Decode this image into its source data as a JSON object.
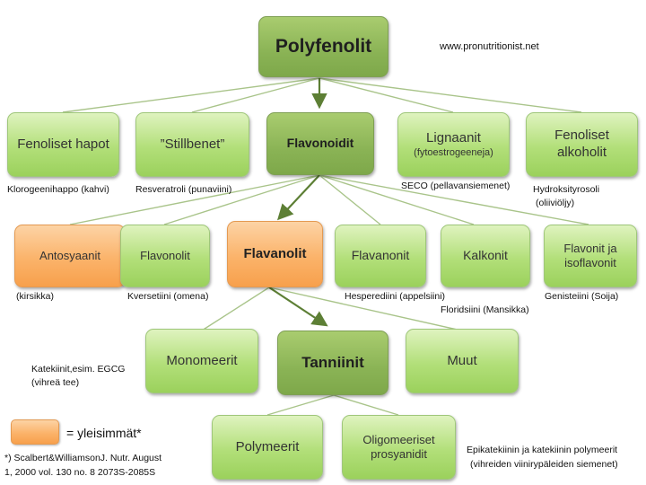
{
  "website": "www.pronutritionist.net",
  "root": "Polyfenolit",
  "level1": {
    "fenoliset_hapot": "Fenoliset hapot",
    "stillbenet": "”Stillbenet”",
    "flavonoidit": "Flavonoidit",
    "lignaanit": "Lignaanit",
    "lignaanit_sub": "(fytoestrogeeneja)",
    "fenoliset_alkoholit": "Fenoliset alkoholit"
  },
  "level1_notes": {
    "klorogeenihappo": "Klorogeenihappo (kahvi)",
    "resveratroli": "Resveratroli (punaviini)",
    "seco": "SECO (pellavansiemenet)",
    "hydroksityrosoli_1": "Hydroksityrosoli",
    "hydroksityrosoli_2": "(oliiviöljy)"
  },
  "level2": {
    "antosyaanit": "Antosyaanit",
    "flavonolit": "Flavonolit",
    "flavanolit": "Flavanolit",
    "flavanonit": "Flavanonit",
    "kalkonit": "Kalkonit",
    "flavonit_isoflavonit": "Flavonit ja isoflavonit"
  },
  "level2_notes": {
    "kirsikka": "(kirsikka)",
    "kversetiini": "Kversetiini (omena)",
    "hesperediini": "Hesperediini (appelsiini)",
    "floridsiini": "Floridsiini (Mansikka)",
    "genisteiini": "Genisteiini (Soija)"
  },
  "level3": {
    "monomeerit": "Monomeerit",
    "tanniinit": "Tanniinit",
    "muut": "Muut"
  },
  "level3_notes": {
    "katekiinit_1": "Katekiinit,esim. EGCG",
    "katekiinit_2": "(vihreä tee)"
  },
  "level4": {
    "polymeerit": "Polymeerit",
    "oligomeeriset": "Oligomeeriset prosyanidit"
  },
  "level4_notes": {
    "epikatekiini_1": "Epikatekiinin ja katekiinin polymeerit",
    "epikatekiini_2": "(vihreiden viinirypäleiden siemenet)"
  },
  "legend": {
    "label": "= yleisimmät*",
    "swatch_color": "#fbb36a"
  },
  "footnote": {
    "line1": "*) Scalbert&WilliamsonJ. Nutr. August",
    "line2": "1, 2000 vol. 130 no. 8 2073S-2085S"
  },
  "colors": {
    "green_box": "#b2df79",
    "dark_green_box": "#8ab355",
    "orange_box": "#fbb36a",
    "connector": "#a9c48a",
    "arrow": "#5d7f35"
  }
}
